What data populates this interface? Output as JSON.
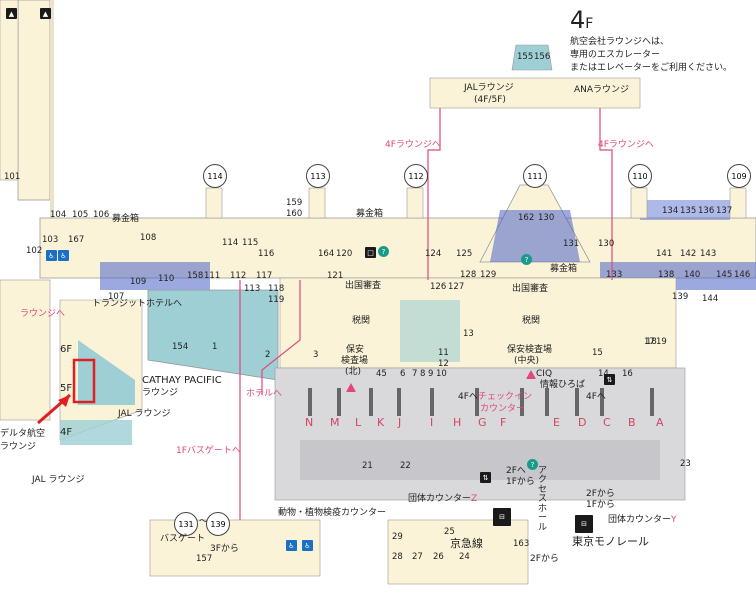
{
  "floor": {
    "label": "4",
    "suffix": "F"
  },
  "notice": [
    "航空会社ラウンジへは、",
    "専用のエスカレーター",
    "またはエレベーターをご利用ください。"
  ],
  "lounges": {
    "jal": "JALラウンジ",
    "jal_floor": "(4F/5F)",
    "ana": "ANAラウンジ",
    "to_4f_lounge_left": "4Fラウンジへ",
    "to_4f_lounge_right": "4Fラウンジへ",
    "to_lounge": "ラウンジへ",
    "cathay": "CATHAY PACIFIC",
    "cathay_sub": "ラウンジ",
    "jal_lounge": "JAL ラウンジ",
    "jal_lounge2": "JAL ラウンジ",
    "delta": "デルタ航空",
    "delta_sub": "ラウンジ",
    "transit_hotel": "トランジットホテルへ",
    "hotel": "ホテルへ"
  },
  "floors_side": {
    "f6": "6F",
    "f5": "5F",
    "f4": "4F"
  },
  "gates": [
    "114",
    "113",
    "112",
    "111",
    "110",
    "109",
    "131",
    "139"
  ],
  "gate_tilde": "〜",
  "areas": {
    "donation1": "募金箱",
    "donation2": "募金箱",
    "donation3": "募金箱",
    "immig_left": "出国審査",
    "immig_right": "出国審査",
    "customs_left": "税関",
    "customs_right": "税関",
    "security_north": "保安",
    "security_north2": "検査場",
    "security_north3": "(北)",
    "security_center": "保安検査場",
    "security_center2": "(中央)",
    "ciq": "CIQ",
    "ciq2": "情報ひろば",
    "checkin": "チェックイン",
    "checkin2": "カウンター",
    "to4f_left": "4Fへ",
    "to4f_right": "4Fへ",
    "to2f": "2Fへ",
    "from1f": "1Fから",
    "access_hall": "アクセスホール",
    "from2f3f": "2Fから",
    "from1f_b": "1Fから",
    "group_z": "団体カウンター",
    "z": "Z",
    "group_y": "団体カウンター",
    "y": "Y",
    "quarantine": "動物・植物検疫カウンター",
    "keikyu": "京急線",
    "monorail": "東京モノレール",
    "from2f": "2Fから",
    "bus_gate": "バスゲート",
    "from3f": "3Fから",
    "to1f_bus": "1Fバスゲートへ"
  },
  "counters": [
    "N",
    "M",
    "L",
    "K",
    "J",
    "I",
    "H",
    "G",
    "F",
    "E",
    "D",
    "C",
    "B",
    "A"
  ],
  "shops": [
    "101",
    "102",
    "103",
    "104",
    "105",
    "106",
    "167",
    "107",
    "108",
    "109",
    "110",
    "158",
    "111",
    "112",
    "113",
    "114",
    "115",
    "116",
    "117",
    "118",
    "119",
    "159",
    "160",
    "121",
    "164",
    "120",
    "124",
    "125",
    "126",
    "127",
    "128",
    "129",
    "162",
    "130",
    "131",
    "130",
    "133",
    "134",
    "135",
    "136",
    "137",
    "138",
    "139",
    "140",
    "141",
    "142",
    "143",
    "144",
    "145",
    "146",
    "154",
    "1",
    "2",
    "3",
    "45",
    "6",
    "7",
    "8",
    "9",
    "10",
    "11",
    "12",
    "13",
    "14",
    "15",
    "16",
    "17",
    "18",
    "19",
    "21",
    "22",
    "23",
    "25",
    "24",
    "26",
    "27",
    "28",
    "29",
    "155",
    "156",
    "157",
    "163"
  ],
  "colors": {
    "cream": "#fbf3d8",
    "blue": "#4a63c9",
    "teal": "#9ecfd4",
    "pink": "#f3a9b6",
    "grey": "#d9d9dc",
    "accent": "#e0477a",
    "counter_red": "#d0455e"
  }
}
